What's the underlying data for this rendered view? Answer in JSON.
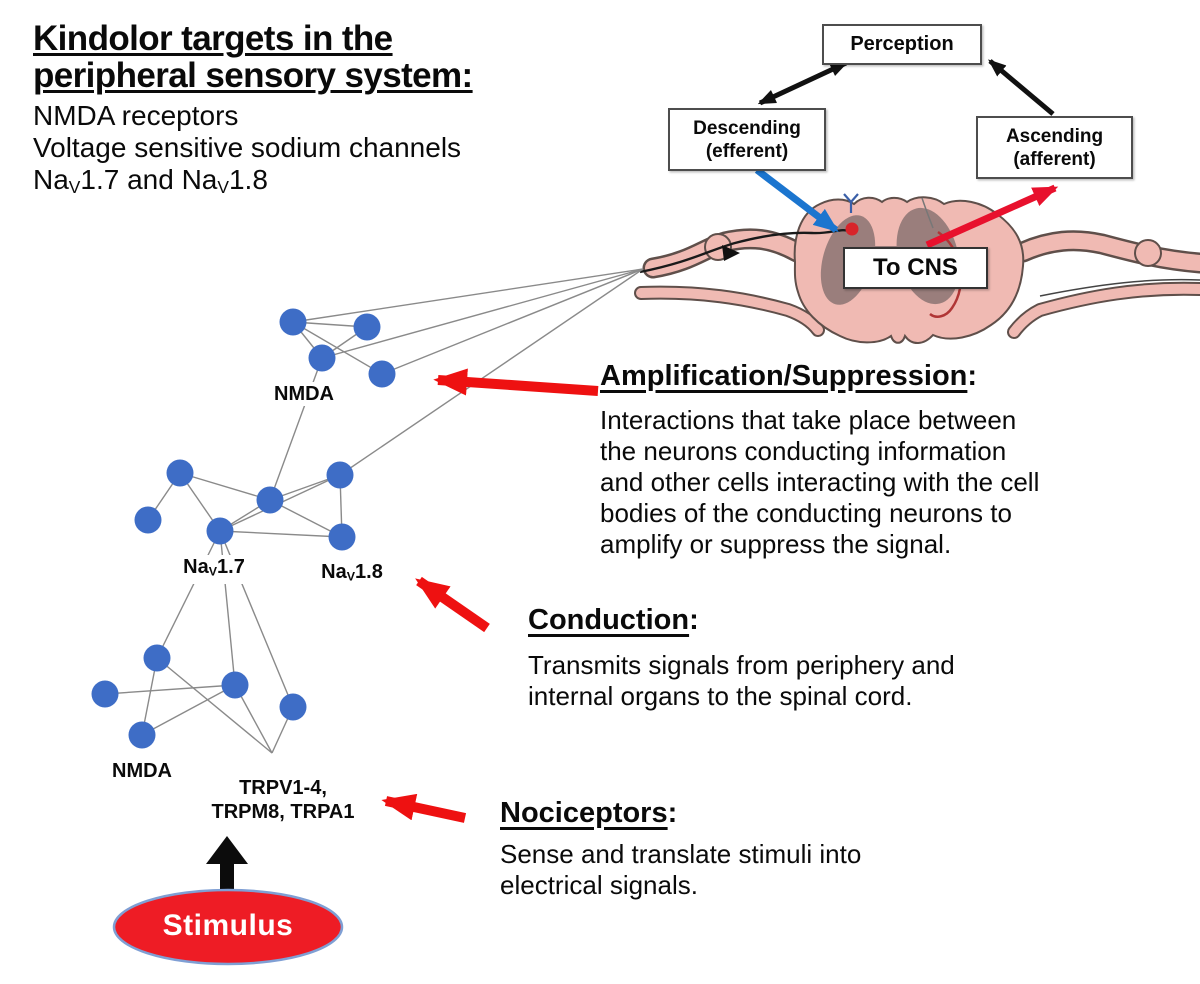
{
  "title_block": {
    "heading_line1": "Kindolor targets in the",
    "heading_line2": "peripheral sensory system:",
    "item1": "NMDA receptors",
    "item2": "Voltage sensitive sodium channels",
    "nav_line": {
      "seg1": "Na",
      "sub1": "V",
      "seg2": "1.7 and Na",
      "sub2": "V",
      "seg3": "1.8"
    }
  },
  "cns_diagram": {
    "perception_label": "Perception",
    "descending_line1": "Descending",
    "descending_line2": "(efferent)",
    "ascending_line1": "Ascending",
    "ascending_line2": "(afferent)",
    "to_cns_label": "To CNS"
  },
  "network": {
    "nmda_top": "NMDA",
    "nav17": {
      "seg1": "Na",
      "sub": "V",
      "seg2": "1.7"
    },
    "nav18": {
      "seg1": "Na",
      "sub": "V",
      "seg2": "1.8"
    },
    "nmda_bottom": "NMDA",
    "trp_line1": "TRPV1-4,",
    "trp_line2": "TRPM8, TRPA1"
  },
  "annotations": [
    {
      "heading": "Amplification/Suppression",
      "colon": ":",
      "body_lines": [
        "Interactions that take place between",
        "the neurons conducting information",
        "and other cells interacting with the cell",
        "bodies of the conducting neurons to",
        "amplify or suppress the signal."
      ]
    },
    {
      "heading": "Conduction",
      "colon": ":",
      "body_lines": [
        "Transmits signals from periphery and",
        "internal organs to the spinal cord."
      ]
    },
    {
      "heading": "Nociceptors",
      "colon": ":",
      "body_lines": [
        "Sense and translate stimuli into",
        "electrical signals."
      ]
    }
  ],
  "stimulus": {
    "label": "Stimulus"
  },
  "colors": {
    "node_blue": "#3e6dc6",
    "edge_gray": "#8a8a8a",
    "annotation_arrow_red": "#ee1111",
    "ascending_arrow_red": "#e8112d",
    "descending_arrow_blue": "#1b75cf",
    "cord_pink": "#f0bab3",
    "cord_outline": "#5f4f4a",
    "gray_matter": "#9a7e7c",
    "stimulus_red": "#ee1c25",
    "stimulus_border": "#7f9fd4"
  }
}
